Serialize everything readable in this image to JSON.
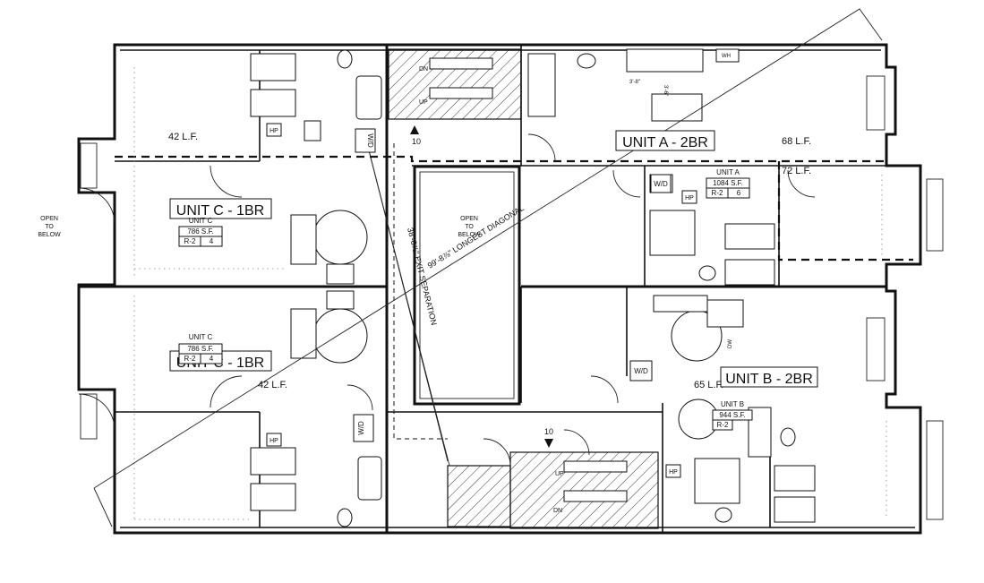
{
  "units": {
    "unit_a": {
      "title": "UNIT A - 2BR",
      "tag_name": "UNIT A",
      "area": "1084 S.F.",
      "occupancy": "R-2",
      "occupants": "6"
    },
    "unit_b": {
      "title": "UNIT B - 2BR",
      "tag_name": "UNIT B",
      "area": "944 S.F.",
      "occupancy": "R-2"
    },
    "unit_c_upper": {
      "title": "UNIT C - 1BR",
      "tag_name": "UNIT C",
      "area": "786 S.F.",
      "occupancy": "R-2",
      "occupants": "4"
    },
    "unit_c_lower": {
      "title": "UNIT C - 1BR",
      "tag_name": "UNIT C",
      "area": "786 S.F.",
      "occupancy": "R-2",
      "occupants": "4"
    }
  },
  "linear_feet": {
    "c_upper": "42 L.F.",
    "c_lower": "42 L.F.",
    "a_top": "68 L.F.",
    "a_right": "72 L.F.",
    "b": "65 L.F."
  },
  "open_to_below": {
    "exterior": [
      "OPEN",
      "TO",
      "BELOW"
    ],
    "courtyard": [
      "OPEN",
      "TO",
      "BELOW"
    ]
  },
  "dimensions": {
    "diagonal": "99'-8⅞\" LONGEST DIAGONAL",
    "separation": "38'-8⅞\" EXIT SEPARATION"
  },
  "fixtures": {
    "hp": "HP",
    "wd": "W/D",
    "dw": "DW",
    "wh": "WH"
  },
  "stairs": {
    "up": "UP",
    "dn": "DN",
    "riser_upper": "10",
    "riser_lower": "10"
  },
  "dims_small": {
    "d1": "3'-8\"",
    "d2": "3'-6\""
  }
}
